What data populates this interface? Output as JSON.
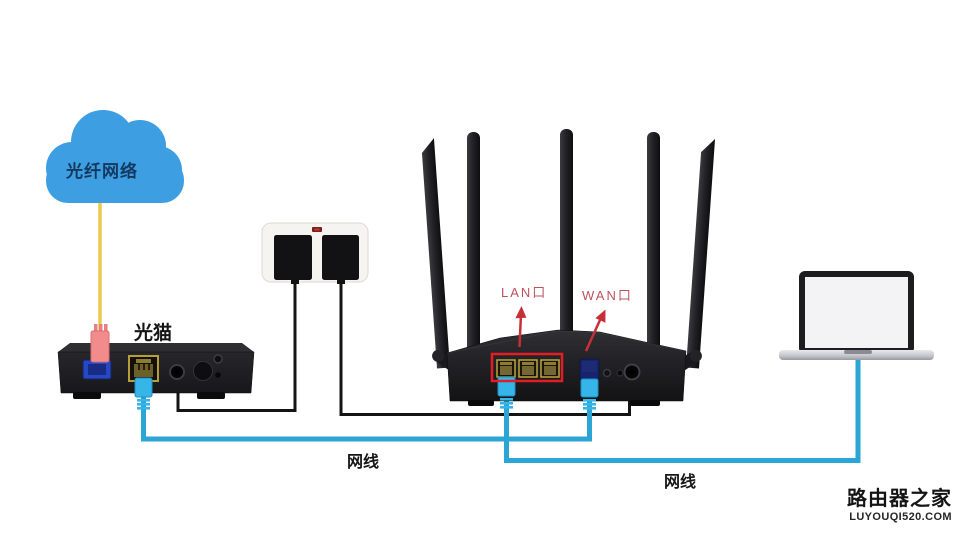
{
  "labels": {
    "cloud": "光纤网络",
    "modem": "光猫",
    "lan": "LAN口",
    "wan": "WAN口",
    "cable1": "网线",
    "cable2": "网线"
  },
  "watermark": {
    "title": "路由器之家",
    "site": "LUYOUQI520.COM"
  },
  "devices": [
    {
      "icon": "fiber-cloud-icon",
      "meaning": "internet fiber network"
    },
    {
      "icon": "optical-modem-icon",
      "meaning": "optical modem (光猫)"
    },
    {
      "icon": "power-strip-icon",
      "meaning": "power strip with two adapters"
    },
    {
      "icon": "wireless-router-icon",
      "meaning": "5-antenna wireless router"
    },
    {
      "icon": "laptop-icon",
      "meaning": "laptop computer"
    }
  ],
  "colors": {
    "cloud_blue": "#3D9EE2",
    "fiber_yellow": "#E8CB4E",
    "connector_pink": "#F28B8B",
    "ethernet_cyan": "#2BA6D4",
    "annotation_red": "#E41D22",
    "device_dark": "#1C1C1F",
    "power_strip_white": "#F5F3EF"
  }
}
